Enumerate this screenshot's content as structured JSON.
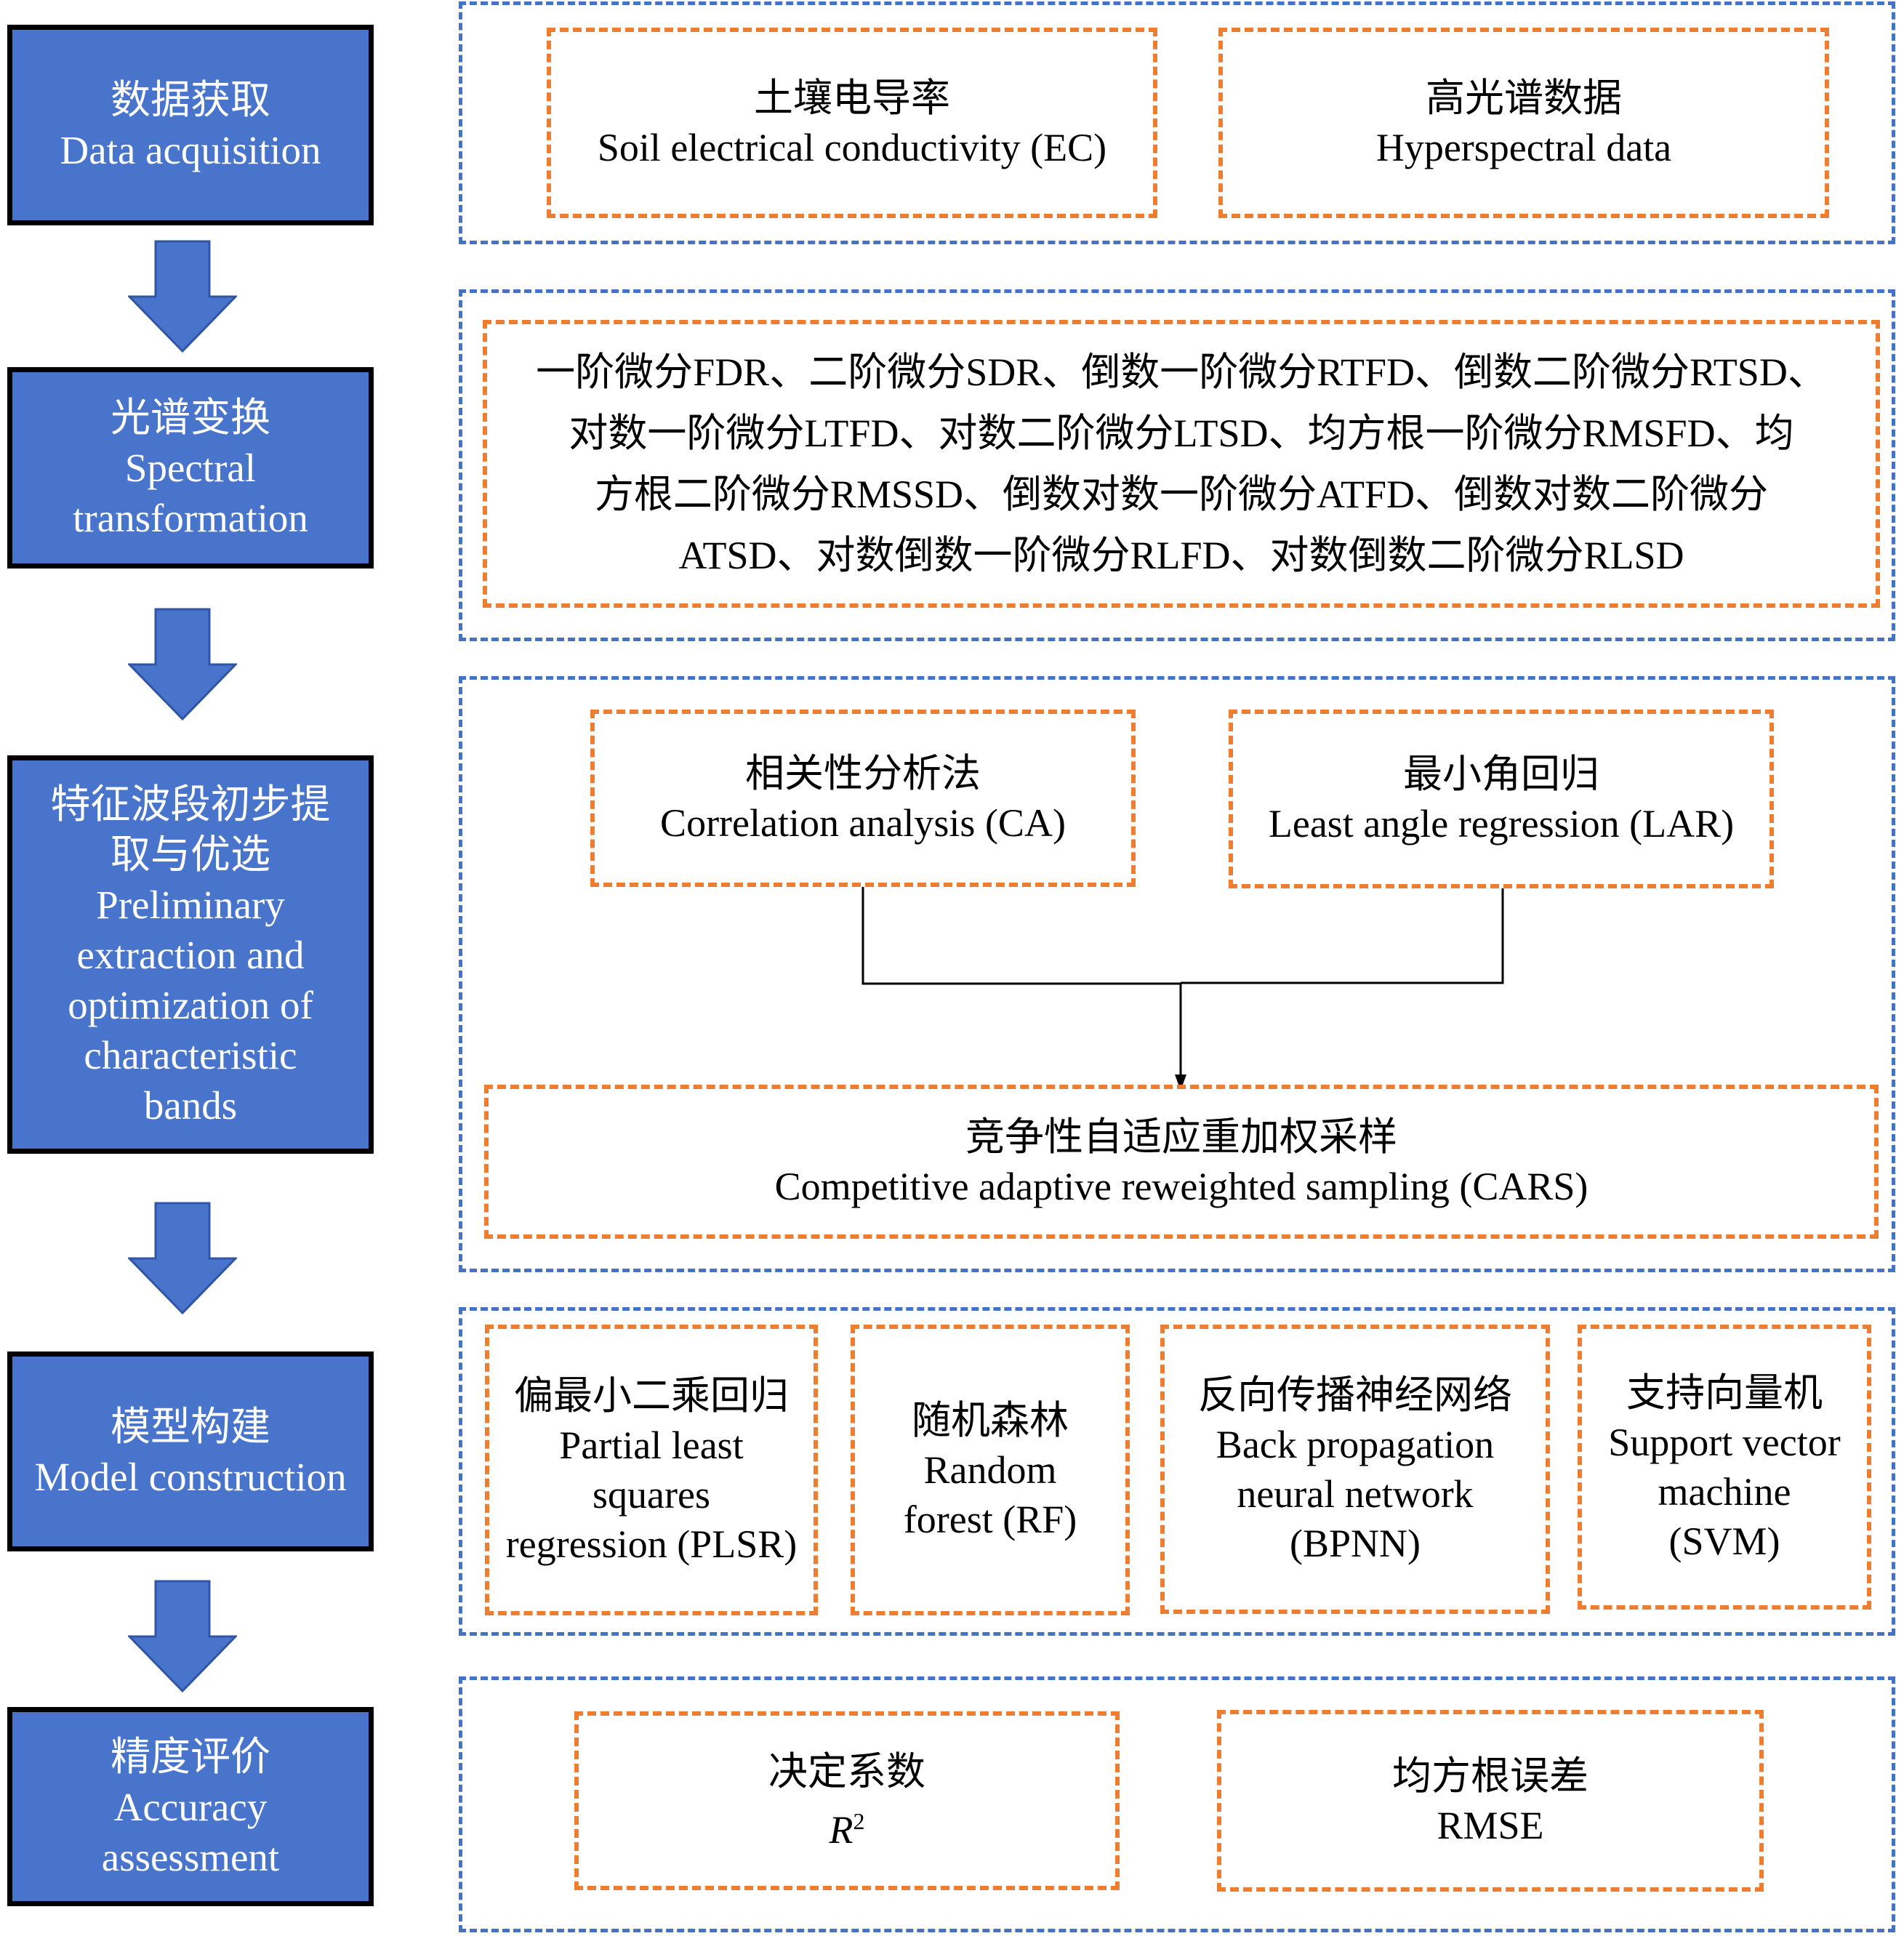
{
  "stages": [
    {
      "zh": "数据获取",
      "en": [
        "Data acquisition"
      ]
    },
    {
      "zh": "光谱变换",
      "en": [
        "Spectral",
        "transformation"
      ]
    },
    {
      "zh_lines": [
        "特征波段初步提",
        "取与优选"
      ],
      "en": [
        "Preliminary",
        "extraction and",
        "optimization of",
        "characteristic",
        "bands"
      ]
    },
    {
      "zh": "模型构建",
      "en": [
        "Model construction"
      ]
    },
    {
      "zh": "精度评价",
      "en": [
        "Accuracy",
        "assessment"
      ]
    }
  ],
  "data_acquisition": {
    "ec": {
      "zh": "土壤电导率",
      "en": "Soil electrical conductivity (EC)"
    },
    "hyperspectral": {
      "zh": "高光谱数据",
      "en": "Hyperspectral data"
    }
  },
  "spectral_transformation": {
    "lines": [
      "一阶微分FDR、二阶微分SDR、倒数一阶微分RTFD、倒数二阶微分RTSD、",
      "对数一阶微分LTFD、对数二阶微分LTSD、均方根一阶微分RMSFD、均",
      "方根二阶微分RMSSD、倒数对数一阶微分ATFD、倒数对数二阶微分",
      "ATSD、对数倒数一阶微分RLFD、对数倒数二阶微分RLSD"
    ]
  },
  "band_selection": {
    "ca": {
      "zh": "相关性分析法",
      "en": "Correlation analysis (CA)"
    },
    "lar": {
      "zh": "最小角回归",
      "en": "Least angle regression (LAR)"
    },
    "cars": {
      "zh": "竞争性自适应重加权采样",
      "en": "Competitive adaptive reweighted sampling (CARS)"
    }
  },
  "models": [
    {
      "zh": "偏最小二乘回归",
      "en": [
        "Partial least",
        "squares",
        "regression (PLSR)"
      ]
    },
    {
      "zh": "随机森林",
      "en": [
        "Random",
        "forest (RF)"
      ]
    },
    {
      "zh": "反向传播神经网络",
      "en": [
        "Back propagation",
        "neural network",
        "(BPNN)"
      ]
    },
    {
      "zh": "支持向量机",
      "en": [
        "Support vector",
        "machine",
        "(SVM)"
      ]
    }
  ],
  "accuracy": {
    "r2": {
      "zh": "决定系数",
      "en_base": "R",
      "en_sup": "2"
    },
    "rmse": {
      "zh": "均方根误差",
      "en": "RMSE"
    }
  },
  "colors": {
    "stage_fill": "#4874cb",
    "section_border": "#4472c4",
    "box_border": "#ed7d31"
  }
}
